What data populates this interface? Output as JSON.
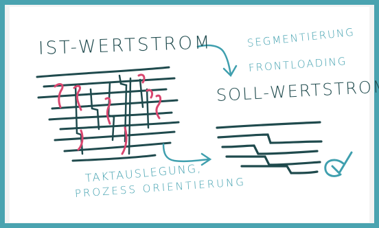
{
  "diagram": {
    "ist_title": "IST-WERTSTROM",
    "soll_title": "SOLL-WERTSTROM",
    "upper_labels": [
      "SEGMENTIERUNG",
      "FRONTLOADING"
    ],
    "lower_labels": [
      "TAKTAUSLEGUNG,",
      "PROZESS ORIENTIERUNG"
    ],
    "colors": {
      "frame": "#4aa3b0",
      "ink": "#1f4a4d",
      "accent": "#3f9fae",
      "highlight": "#d9466f"
    },
    "icons": [
      "arrow-icon",
      "checkmark-icon"
    ]
  }
}
